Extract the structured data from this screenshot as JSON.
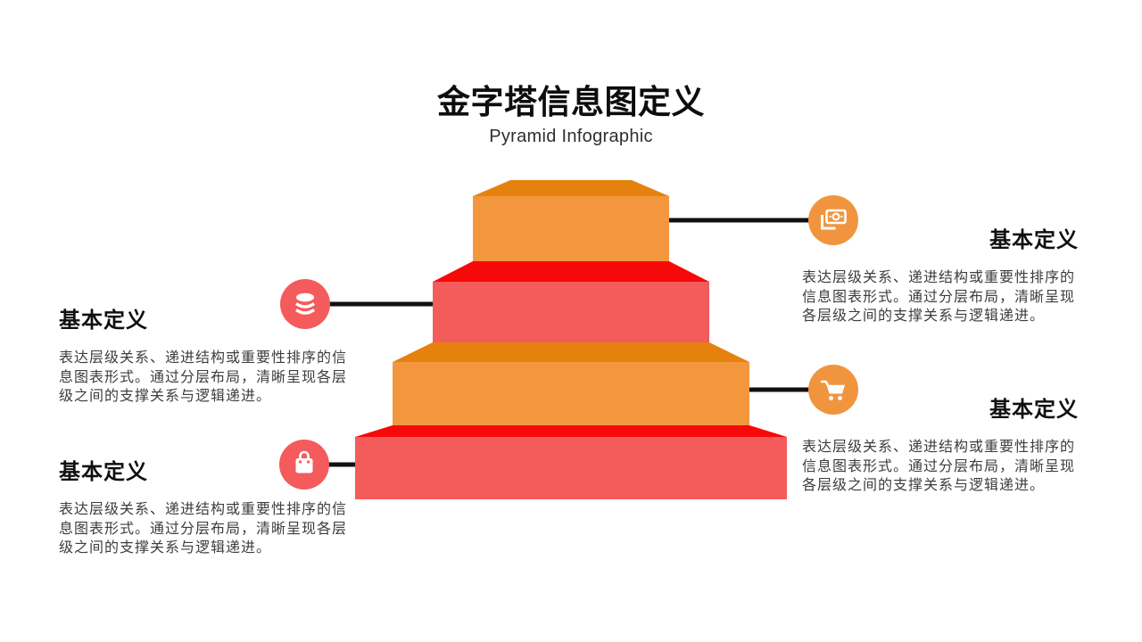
{
  "slide": {
    "title": "金字塔信息图定义",
    "subtitle": "Pyramid Infographic",
    "background": "#ffffff"
  },
  "colors": {
    "orange_top": "#e5820e",
    "orange_front": "#f2973e",
    "red_top": "#f60909",
    "red_front": "#f45b5b",
    "icon_orange": "#f0953e",
    "icon_red": "#f45b5c",
    "connector": "#111111",
    "glyph": "#ffffff",
    "heading_text": "#101010",
    "body_text": "#3d3d3d"
  },
  "pyramid": {
    "type": "stepped-pyramid",
    "level_count": 4,
    "levels": [
      {
        "position": "top",
        "palette": "orange"
      },
      {
        "position": "second",
        "palette": "red"
      },
      {
        "position": "third",
        "palette": "orange"
      },
      {
        "position": "base",
        "palette": "red"
      }
    ]
  },
  "callouts": [
    {
      "id": "right-top",
      "icon": "money-icon",
      "heading": "基本定义",
      "body": "表达层级关系、递进结构或重要性排序的信息图表形式。通过分层布局，清晰呈现各层级之间的支撑关系与逻辑递进。"
    },
    {
      "id": "left-middle",
      "icon": "database-icon",
      "heading": "基本定义",
      "body": "表达层级关系、递进结构或重要性排序的信息图表形式。通过分层布局，清晰呈现各层级之间的支撑关系与逻辑递进。"
    },
    {
      "id": "right-middle",
      "icon": "cart-icon",
      "heading": "基本定义",
      "body": "表达层级关系、递进结构或重要性排序的信息图表形式。通过分层布局，清晰呈现各层级之间的支撑关系与逻辑递进。"
    },
    {
      "id": "left-bottom",
      "icon": "shopping-bag-icon",
      "heading": "基本定义",
      "body": "表达层级关系、递进结构或重要性排序的信息图表形式。通过分层布局，清晰呈现各层级之间的支撑关系与逻辑递进。"
    }
  ]
}
